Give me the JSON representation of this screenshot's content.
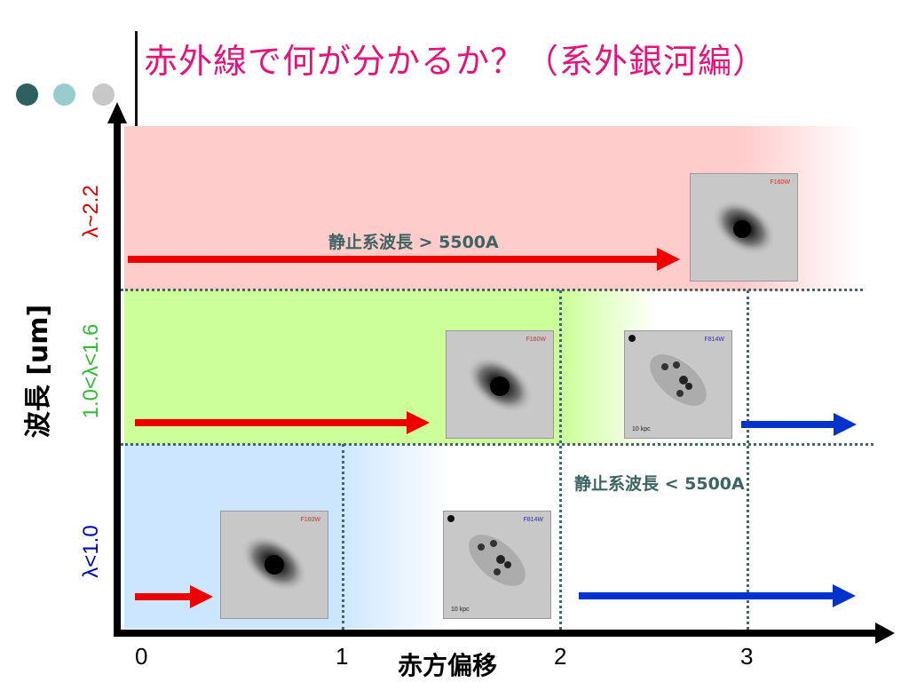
{
  "slide": {
    "title": "赤外線で何が分かるか？（系外銀河編）",
    "bullet_colors": [
      "#2f6060",
      "#99cccc",
      "#c8c8c8"
    ]
  },
  "axes": {
    "y_label": "波長 [um]",
    "x_label": "赤方偏移",
    "x_ticks": [
      "0",
      "1",
      "2",
      "3"
    ]
  },
  "bands": {
    "top": {
      "label": "λ~2.2",
      "color": "#e00000"
    },
    "middle": {
      "label": "1.0<λ<1.6",
      "color": "#33bb33"
    },
    "bottom": {
      "label": "λ<1.0",
      "color": "#0000bb"
    }
  },
  "notes": {
    "above": "静止系波長 > 5500A",
    "below": "静止系波長 < 5500A"
  },
  "images": [
    {
      "filter": "F160W",
      "filter_color": "#d03030",
      "type": "smooth"
    },
    {
      "filter": "F160W",
      "filter_color": "#d03030",
      "type": "smooth"
    },
    {
      "filter": "F814W",
      "filter_color": "#3030a0",
      "type": "clumpy",
      "scale": "10 kpc"
    },
    {
      "filter": "F160W",
      "filter_color": "#d03030",
      "type": "smooth"
    },
    {
      "filter": "F814W",
      "filter_color": "#3030a0",
      "type": "clumpy",
      "scale": "10 kpc"
    }
  ],
  "legend_colors": {
    "rest_long": "#ee0000",
    "rest_short": "#0033cc"
  }
}
